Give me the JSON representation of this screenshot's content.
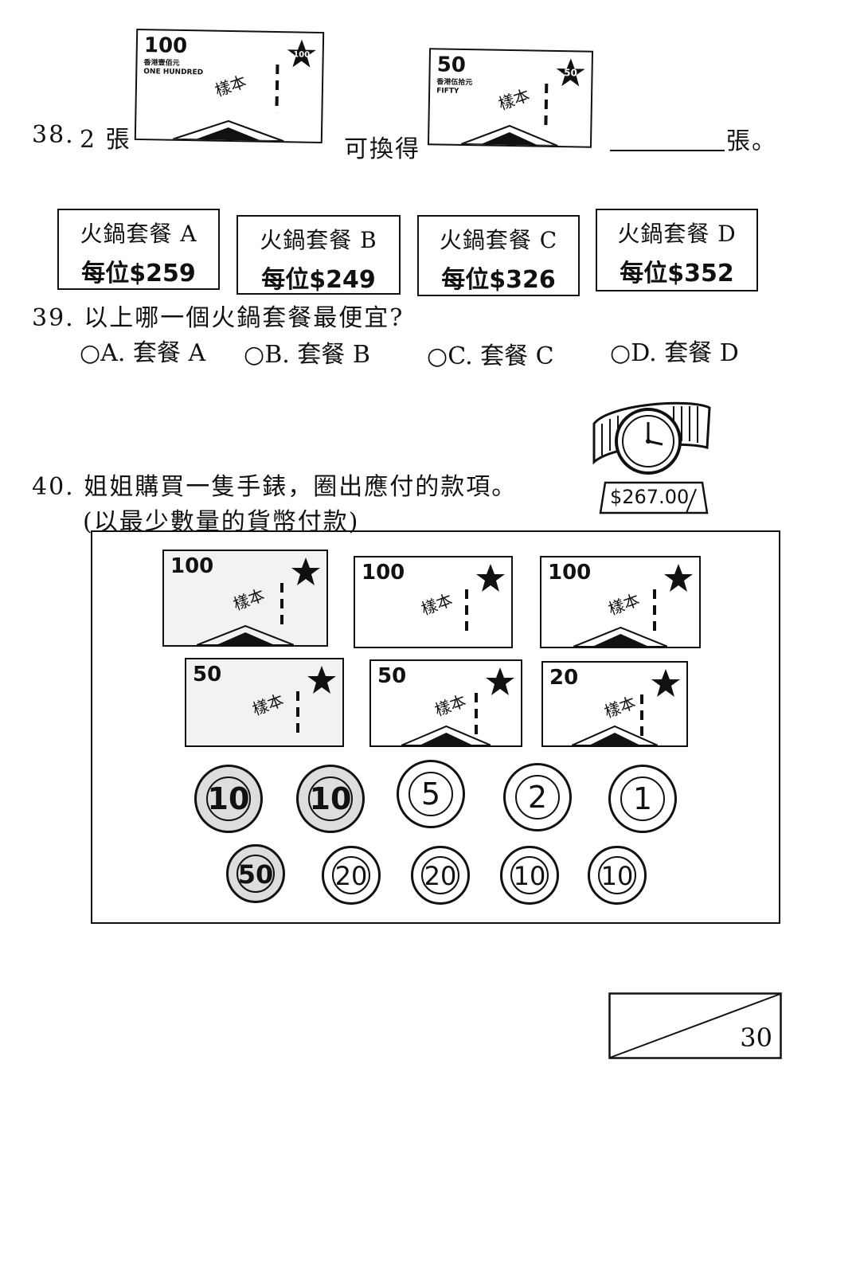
{
  "q38": {
    "number": "38.",
    "count_text": "2 張",
    "exchange_text": "可換得",
    "blank_suffix": "張。",
    "note_100": {
      "value": "100",
      "small": "香港壹佰元\nONE HUNDRED",
      "stamp": "樣本"
    },
    "note_50": {
      "value": "50",
      "small": "香港伍拾元\nFIFTY",
      "stamp": "樣本"
    }
  },
  "q39": {
    "menus": [
      {
        "name": "火鍋套餐 A",
        "price": "每位$259"
      },
      {
        "name": "火鍋套餐 B",
        "price": "每位$249"
      },
      {
        "name": "火鍋套餐 C",
        "price": "每位$326"
      },
      {
        "name": "火鍋套餐 D",
        "price": "每位$352"
      }
    ],
    "question": "39. 以上哪一個火鍋套餐最便宜?",
    "options": [
      "A. 套餐 A",
      "B. 套餐 B",
      "C. 套餐 C",
      "D. 套餐 D"
    ]
  },
  "q40": {
    "question": "40. 姐姐購買一隻手錶，圈出應付的款項。",
    "note": "(以最少數量的貨幣付款)",
    "price_tag": "$267.00",
    "notes_row1": [
      "100",
      "100",
      "100"
    ],
    "notes_row2": [
      "50",
      "50",
      "20"
    ],
    "coins_row1": [
      "10",
      "10",
      "5",
      "2",
      "1"
    ],
    "coins_row2": [
      "50",
      "20",
      "20",
      "10",
      "10"
    ]
  },
  "score_box": {
    "value": "30"
  }
}
